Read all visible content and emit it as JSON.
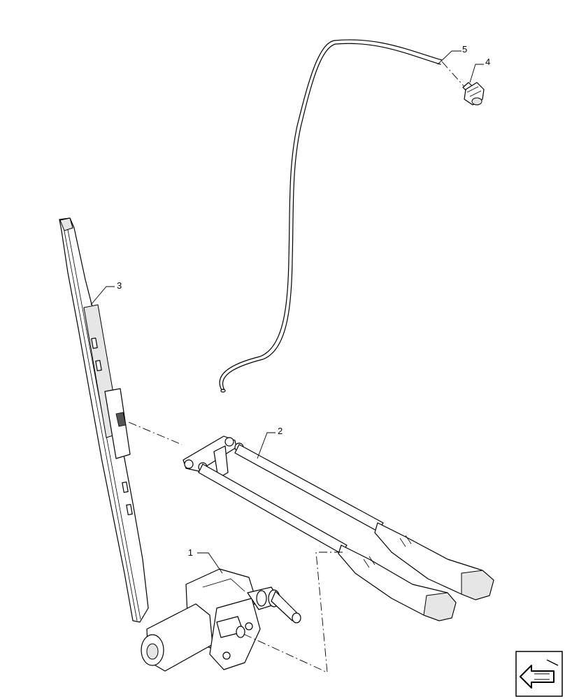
{
  "callouts": [
    {
      "id": "1",
      "part": "wiper-motor"
    },
    {
      "id": "2",
      "part": "wiper-arm"
    },
    {
      "id": "3",
      "part": "wiper-blade"
    },
    {
      "id": "4",
      "part": "washer-nozzle"
    },
    {
      "id": "5",
      "part": "washer-hose"
    }
  ],
  "icons": {
    "nav": "previous-arrow-icon"
  }
}
